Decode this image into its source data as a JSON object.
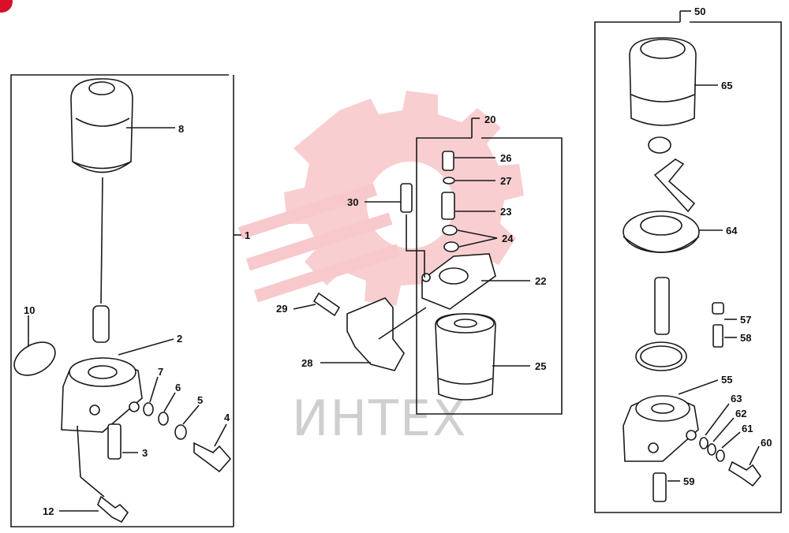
{
  "watermark": {
    "text": "ИНТЕХ",
    "color": "#f7c9cc"
  },
  "marker": {
    "color": "#d8102a"
  },
  "callouts": {
    "c1": "1",
    "c2": "2",
    "c3": "3",
    "c4": "4",
    "c5": "5",
    "c6": "6",
    "c7": "7",
    "c8": "8",
    "c10": "10",
    "c12": "12",
    "c20": "20",
    "c22": "22",
    "c23": "23",
    "c24": "24",
    "c25": "25",
    "c26": "26",
    "c27": "27",
    "c28": "28",
    "c29": "29",
    "c30": "30",
    "c50": "50",
    "c55": "55",
    "c57": "57",
    "c58": "58",
    "c59": "59",
    "c60": "60",
    "c61": "61",
    "c62": "62",
    "c63": "63",
    "c64": "64",
    "c65": "65"
  }
}
